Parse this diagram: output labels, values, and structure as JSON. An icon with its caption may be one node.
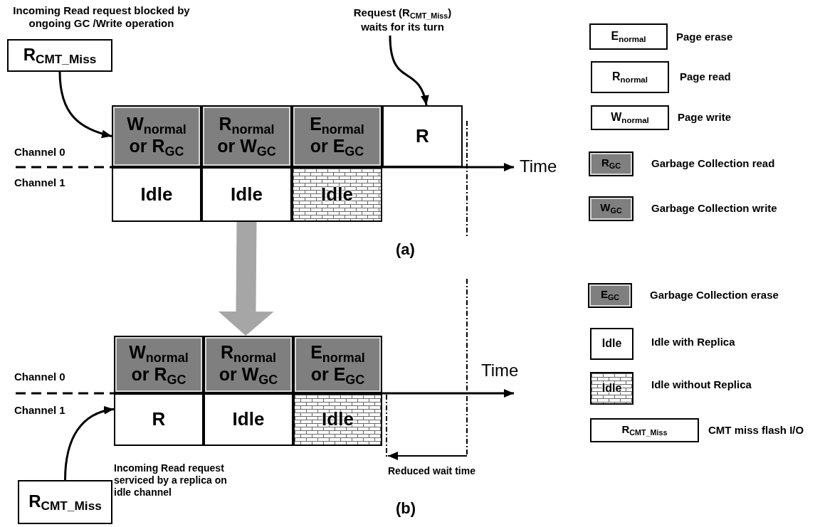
{
  "diagram": {
    "nodes": [
      {
        "text": [
          "R$_{CMT_Miss}$"
        ],
        "beside": [
          "Incoming Read request blocked by ongoing GC /Write operation"
        ]
      },
      {
        "text": [
          "W$_{normal}$ or R$_{GC}$"
        ]
      },
      {
        "text": [
          "R$_{normal}$ or W$_{GC}$"
        ]
      },
      {
        "text": [
          "E$_{normal}$ or E$_{GC}$"
        ]
      },
      {
        "text": [
          "R"
        ]
      },
      {
        "text": [
          "Request (R$_{CMT_Miss}$) waits for its turn"
        ]
      },
      {
        "text": [
          "Idle"
        ]
      },
      {
        "text": [
          "Idle"
        ]
      },
      {
        "text": [
          "Idle"
        ]
      },
      {
        "text": [
          "W$_{normal}$ or R$_{GC}$"
        ]
      },
      {
        "text": [
          "R$_{normal}$ or W$_{GC}$"
        ]
      },
      {
        "text": [
          "E$_{normal}$ or E$_{GC}$"
        ]
      },
      {
        "text": [
          "R"
        ]
      },
      {
        "text": [
          "Idle"
        ]
      },
      {
        "text": [
          "Idle"
        ]
      },
      {
        "text": [
          "R$_{CMT_Miss}$"
        ],
        "beside": [
          "Incoming Read request serviced by a replica on idle channel"
        ]
      },
      {
        "text": [
          "E$_{normal}$"
        ],
        "beside": [
          "Page erase"
        ]
      },
      {
        "text": [
          "R$_{normal}$"
        ],
        "beside": [
          "Page read"
        ]
      },
      {
        "text": [
          "W$_{normal}$"
        ],
        "beside": [
          "Page write"
        ]
      },
      {
        "text": [
          "R$_{GC}$"
        ],
        "beside": [
          "Garbage Collection read"
        ]
      },
      {
        "text": [
          "W$_{GC}$"
        ],
        "beside": [
          "Garbage Collection write"
        ]
      },
      {
        "text": [
          "E$_{GC}$"
        ],
        "beside": [
          "Garbage Collection erase"
        ]
      },
      {
        "text": [
          "Idle"
        ],
        "beside": [
          "Idle with Replica"
        ]
      },
      {
        "text": [
          "Idle"
        ],
        "beside": [
          "Idle without Replica"
        ]
      },
      {
        "text": [
          "R$_{CMT_Miss}$"
        ],
        "beside": [
          "CMT miss flash I/O"
        ]
      }
    ],
    "edges": [
      {
        "from": 0,
        "to": 1,
        "arrow": "to"
      },
      {
        "from": 5,
        "to": 4,
        "arrow": "to"
      },
      {
        "from": 15,
        "to": 12,
        "arrow": "to"
      },
      {
        "from": 7,
        "to": 10,
        "arrow": "to",
        "style": "thick",
        "color": "#a6a6a6"
      }
    ],
    "labels": [
      "Channel 0",
      "Channel 1",
      "Time",
      "(a)",
      "Channel 0",
      "Channel 1",
      "Time",
      "Reduced wait time",
      "(b)"
    ]
  }
}
